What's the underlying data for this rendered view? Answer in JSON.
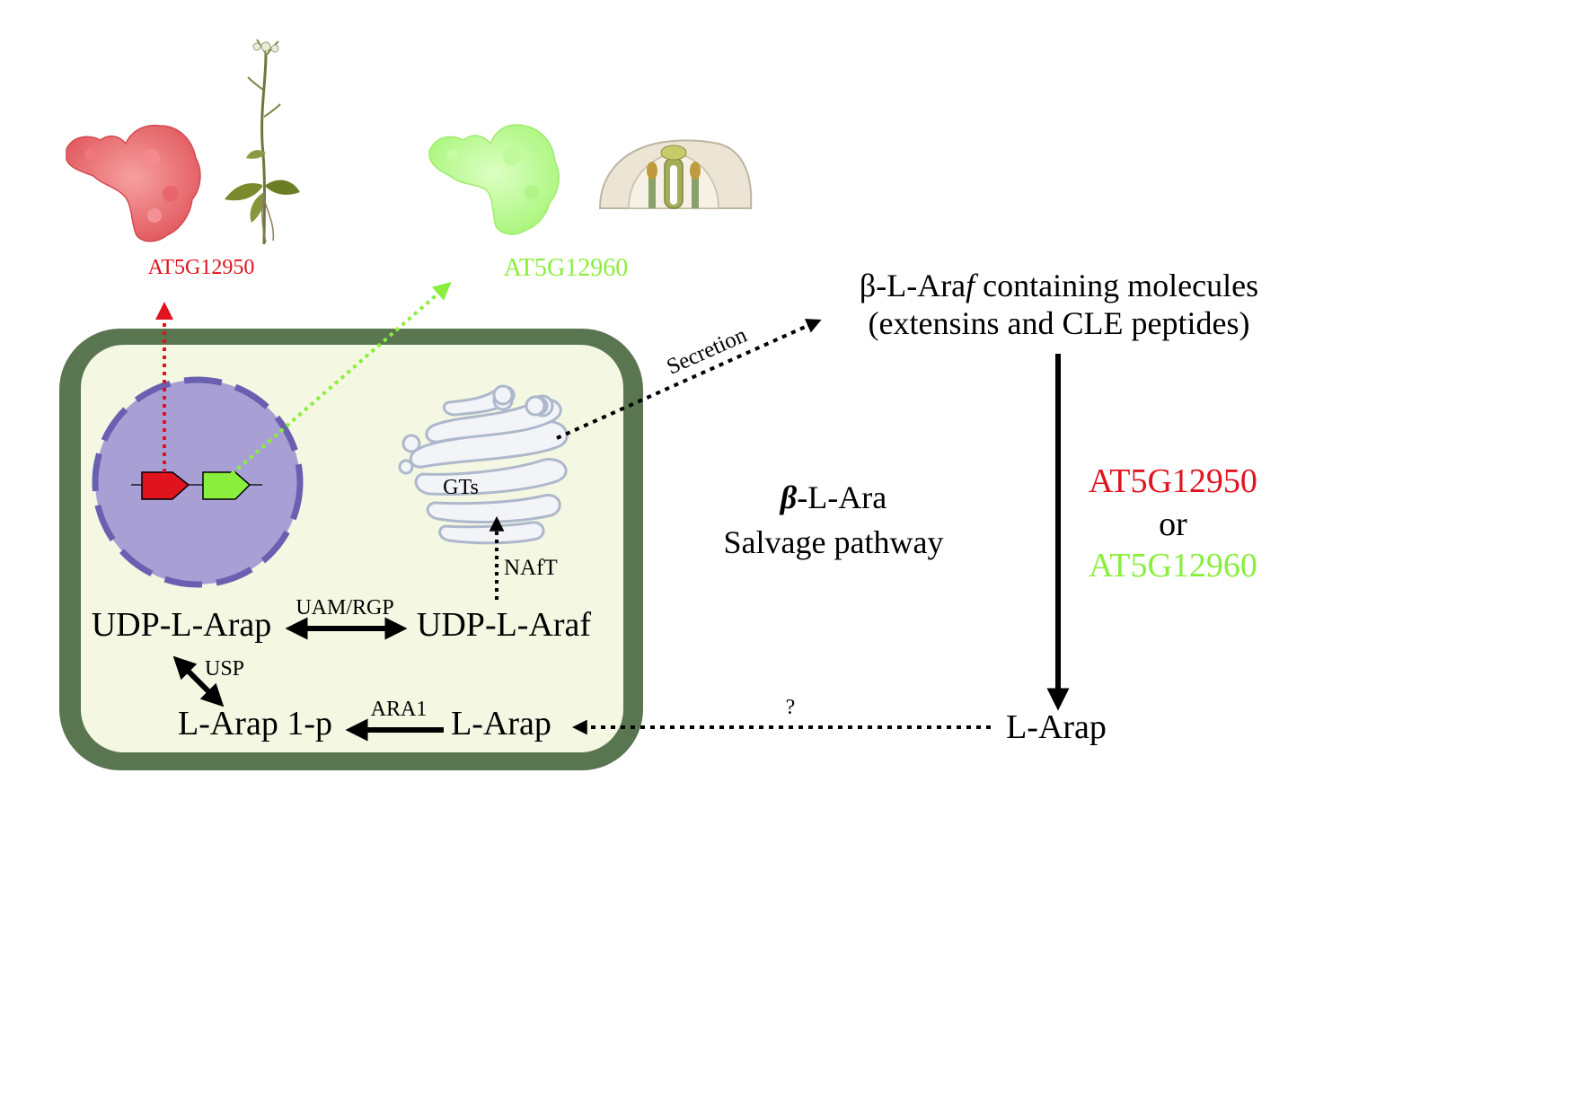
{
  "genes": {
    "gene1": {
      "label": "AT5G12950",
      "color": "#e0141e"
    },
    "gene2": {
      "label": "AT5G12960",
      "color": "#8aee3c"
    }
  },
  "labels": {
    "secretion": "Secretion",
    "molecules_line1_pre": "β-L-Ara",
    "molecules_line1_italic": "f",
    "molecules_line1_post": " containing molecules",
    "molecules_line2": "(extensins and CLE peptides)",
    "gts": "GTs",
    "naft": "NAfT",
    "pathway_beta": "β",
    "pathway_line1_rest": "-L-Ara",
    "pathway_line2": "Salvage pathway",
    "or": "or",
    "udp_l_arap": "UDP-L-Arap",
    "uam_rgp": "UAM/RGP",
    "udp_l_araf": "UDP-L-Araf",
    "usp": "USP",
    "l_arap_1p": "L-Arap 1-p",
    "ara1": "ARA1",
    "l_arap_inside": "L-Arap",
    "question": "?",
    "l_arap_outside": "L-Arap"
  },
  "colors": {
    "cell_wall": "#5a7650",
    "cytoplasm": "#f4f8e2",
    "nucleus_fill": "#a8a0d4",
    "nucleus_border": "#6a5fb0",
    "golgi_stroke": "#aeb8cc",
    "golgi_fill": "#f2f4f8",
    "arrow": "#000000"
  },
  "icons": {
    "protein1": "protein-structure-icon",
    "plant": "arabidopsis-plant-icon",
    "protein2": "protein-structure-icon",
    "flower": "flower-section-icon"
  }
}
